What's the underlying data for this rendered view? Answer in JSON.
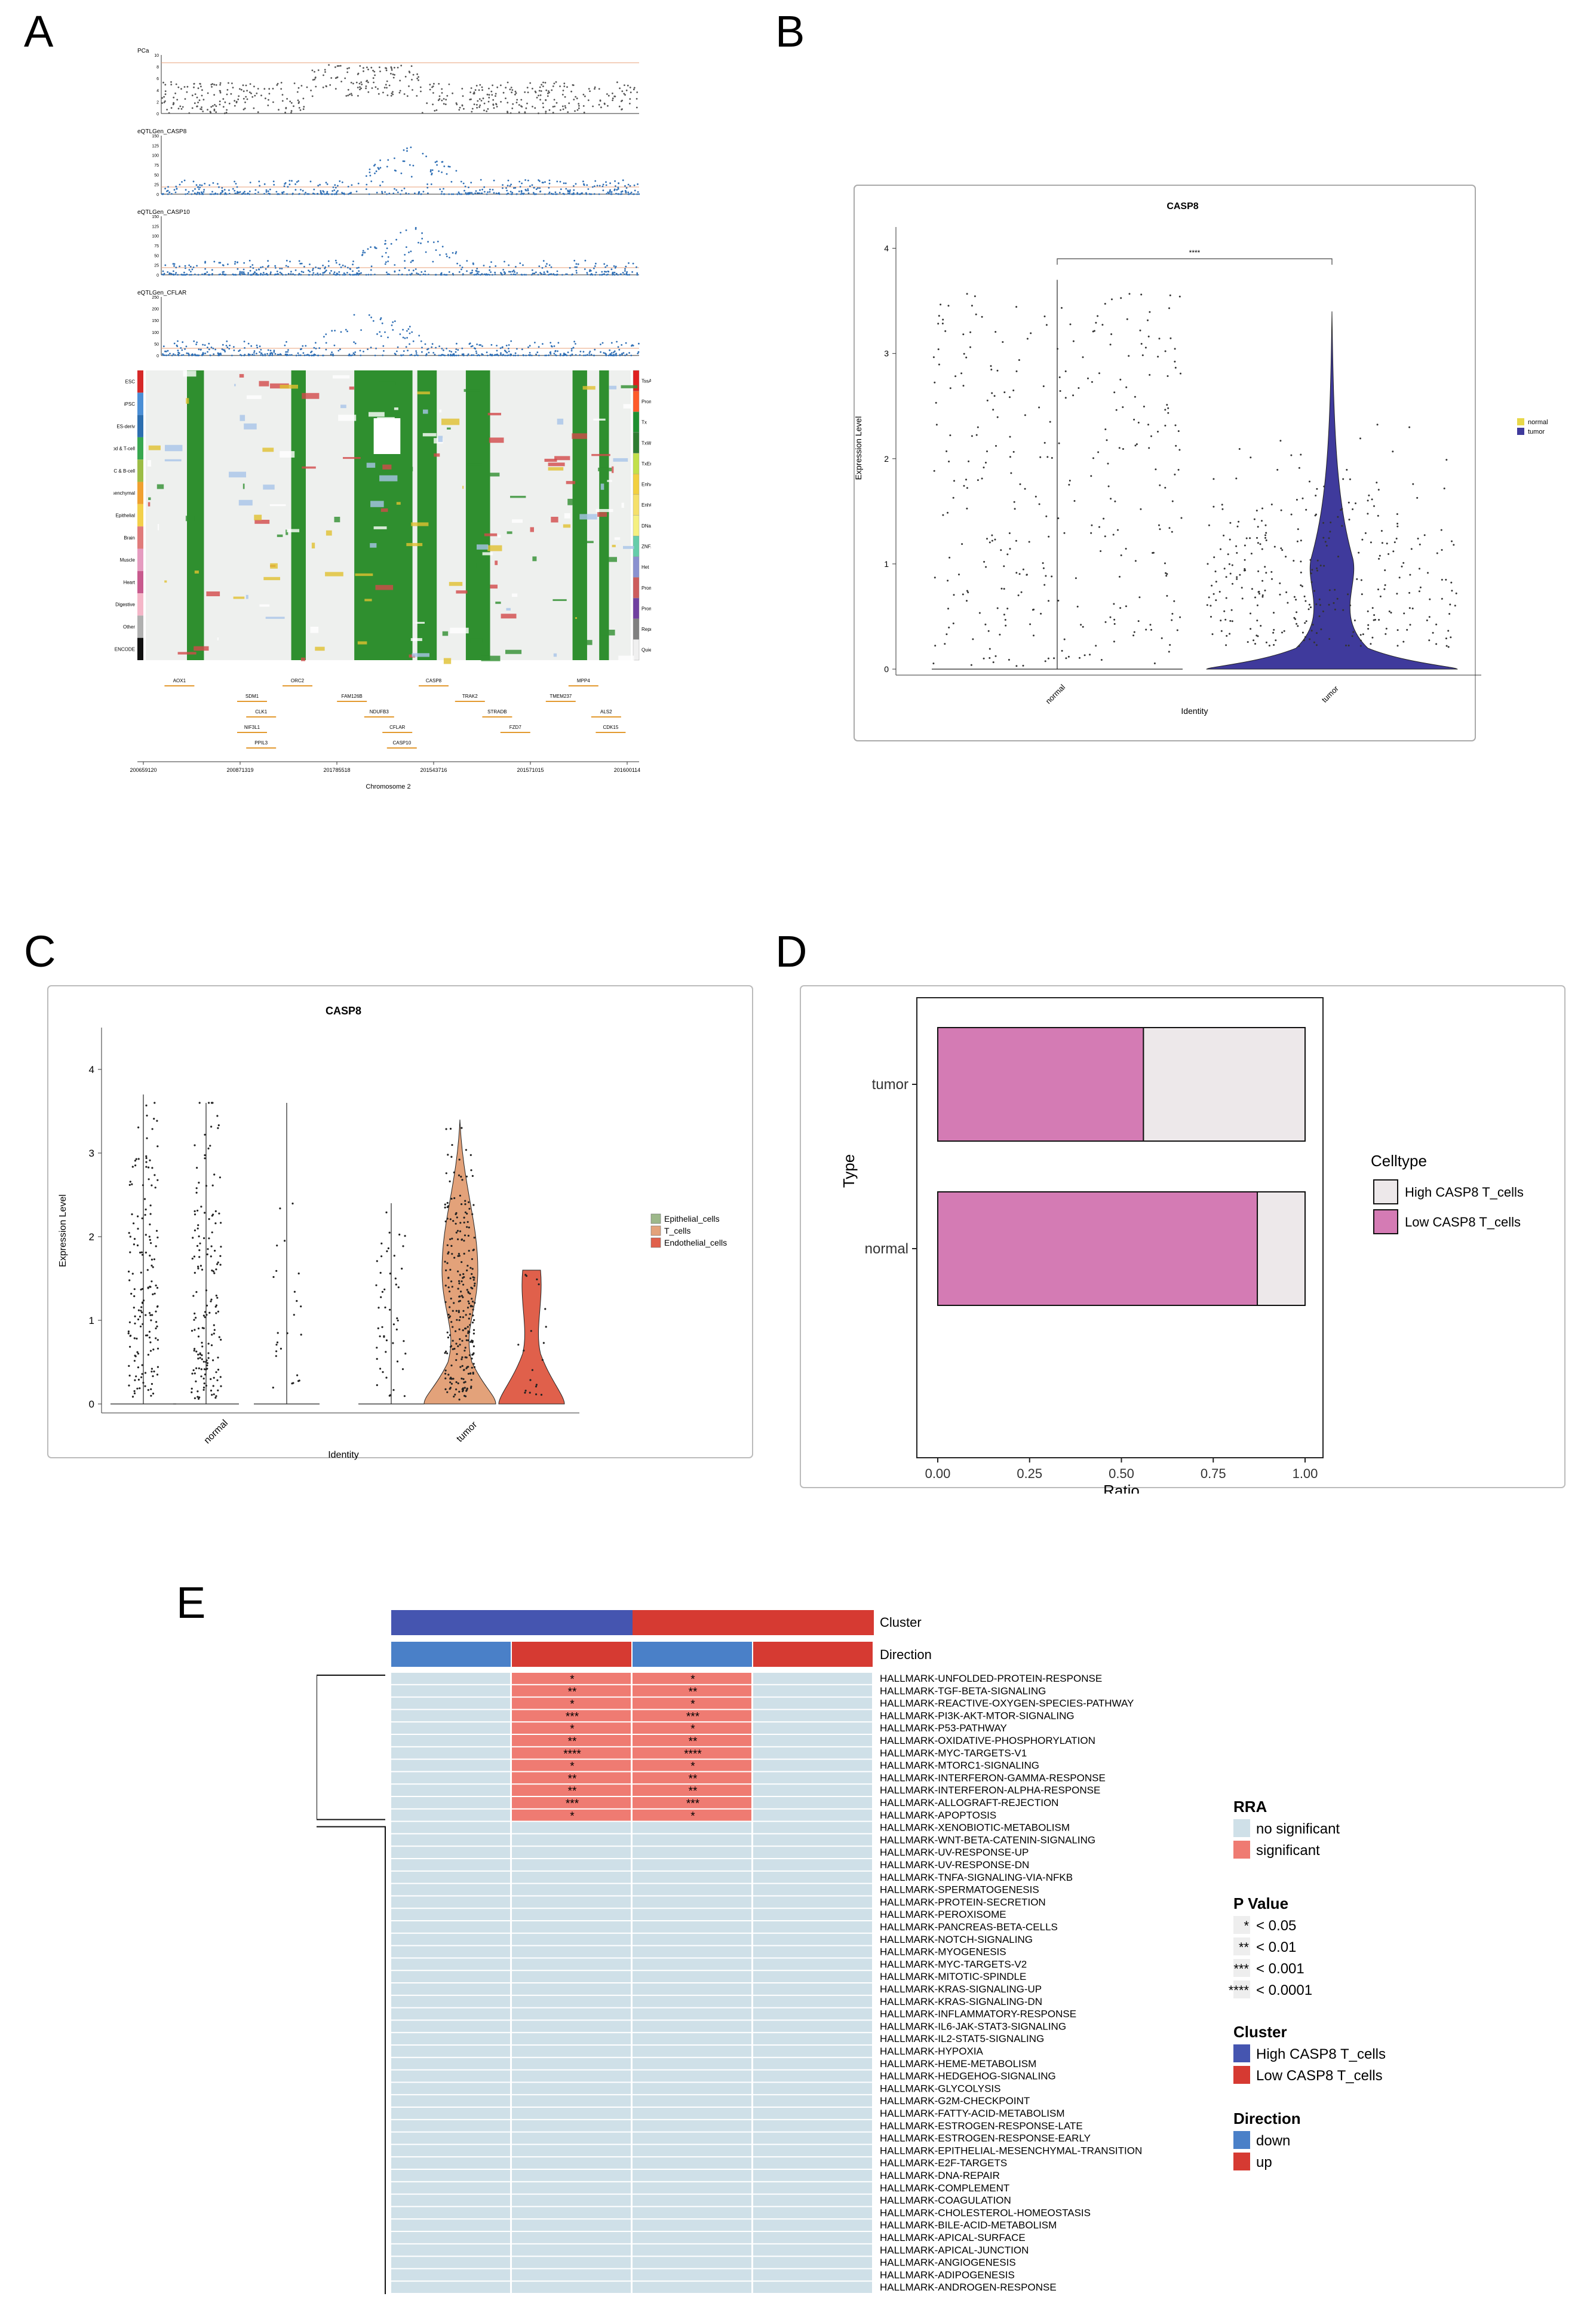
{
  "panels": {
    "a": {
      "letter": "A",
      "tracks": [
        {
          "label": "PCa",
          "yticks": [
            "10",
            "8",
            "6",
            "4",
            "2",
            "0"
          ]
        },
        {
          "label": "eQTLGen_CASP8",
          "yticks": [
            "150",
            "125",
            "100",
            "75",
            "50",
            "25",
            "0"
          ]
        },
        {
          "label": "eQTLGen_CASP10",
          "yticks": [
            "150",
            "125",
            "100",
            "75",
            "50",
            "25",
            "0"
          ]
        },
        {
          "label": "eQTLGen_CFLAR",
          "yticks": [
            "250",
            "200",
            "150",
            "100",
            "50",
            "0"
          ]
        }
      ],
      "left_legend": [
        "ESC",
        "iPSC",
        "ES-deriv",
        "Blood & T-cell",
        "HSC & B-cell",
        "Mesenchymal",
        "Epithelial",
        "Brain",
        "Muscle",
        "Heart",
        "Digestive",
        "Other",
        "ENCODE"
      ],
      "right_legend": [
        "TssA",
        "Prom",
        "Tx",
        "TxWk",
        "TxEn",
        "EnhA",
        "EnhG",
        "DNase",
        "ZNF/Rpts",
        "Het",
        "PromP",
        "PromBiv",
        "ReprPC",
        "Quies"
      ],
      "genes": [
        "AOX1",
        "SDM1",
        "ORC2",
        "FAM126B",
        "NDUFB3",
        "CFLAR",
        "CASP8",
        "TRAK2",
        "STRADB",
        "NIF3L1",
        "CASP10",
        "FZD7",
        "TMEM237",
        "MPP4",
        "ALS2",
        "CDK15",
        "CLK1",
        "PPIL3"
      ],
      "x_ticks": [
        "200659120",
        "200871319",
        "201785518",
        "201543716",
        "201571015",
        "201600114"
      ],
      "xlabel": "Chromosome 2"
    },
    "b": {
      "letter": "B",
      "title": "CASP8",
      "ylabel": "Expression Level",
      "xlabel": "Identity",
      "yticks": [
        "0",
        "1",
        "2",
        "3",
        "4"
      ],
      "categories": [
        "normal",
        "tumor"
      ],
      "significance": "****",
      "legend": [
        {
          "label": "normal",
          "color": "#e8d84a"
        },
        {
          "label": "tumor",
          "color": "#3f3a9c"
        }
      ]
    },
    "c": {
      "letter": "C",
      "title": "CASP8",
      "ylabel": "Expression Level",
      "xlabel": "Identity",
      "yticks": [
        "0",
        "1",
        "2",
        "3",
        "4"
      ],
      "categories": [
        "normal",
        "tumor"
      ],
      "legend": [
        {
          "label": "Epithelial_cells",
          "color": "#9db88a"
        },
        {
          "label": "T_cells",
          "color": "#e3a27a"
        },
        {
          "label": "Endothelial_cells",
          "color": "#e0604b"
        }
      ]
    },
    "d": {
      "letter": "D",
      "ylabel": "Type",
      "xlabel": "Ratio",
      "xticks": [
        "0.00",
        "0.25",
        "0.50",
        "0.75",
        "1.00"
      ],
      "legend_title": "Celltype",
      "legend": [
        {
          "label": "High CASP8 T_cells",
          "color": "#ede8ea"
        },
        {
          "label": "Low CASP8 T_cells",
          "color": "#d47bb4"
        }
      ]
    },
    "e": {
      "letter": "E",
      "annotation_labels": {
        "cluster": "Cluster",
        "direction": "Direction"
      },
      "rows": [
        "HALLMARK-UNFOLDED-PROTEIN-RESPONSE",
        "HALLMARK-TGF-BETA-SIGNALING",
        "HALLMARK-REACTIVE-OXYGEN-SPECIES-PATHWAY",
        "HALLMARK-PI3K-AKT-MTOR-SIGNALING",
        "HALLMARK-P53-PATHWAY",
        "HALLMARK-OXIDATIVE-PHOSPHORYLATION",
        "HALLMARK-MYC-TARGETS-V1",
        "HALLMARK-MTORC1-SIGNALING",
        "HALLMARK-INTERFERON-GAMMA-RESPONSE",
        "HALLMARK-INTERFERON-ALPHA-RESPONSE",
        "HALLMARK-ALLOGRAFT-REJECTION",
        "HALLMARK-APOPTOSIS",
        "HALLMARK-XENOBIOTIC-METABOLISM",
        "HALLMARK-WNT-BETA-CATENIN-SIGNALING",
        "HALLMARK-UV-RESPONSE-UP",
        "HALLMARK-UV-RESPONSE-DN",
        "HALLMARK-TNFA-SIGNALING-VIA-NFKB",
        "HALLMARK-SPERMATOGENESIS",
        "HALLMARK-PROTEIN-SECRETION",
        "HALLMARK-PEROXISOME",
        "HALLMARK-PANCREAS-BETA-CELLS",
        "HALLMARK-NOTCH-SIGNALING",
        "HALLMARK-MYOGENESIS",
        "HALLMARK-MYC-TARGETS-V2",
        "HALLMARK-MITOTIC-SPINDLE",
        "HALLMARK-KRAS-SIGNALING-UP",
        "HALLMARK-KRAS-SIGNALING-DN",
        "HALLMARK-INFLAMMATORY-RESPONSE",
        "HALLMARK-IL6-JAK-STAT3-SIGNALING",
        "HALLMARK-IL2-STAT5-SIGNALING",
        "HALLMARK-HYPOXIA",
        "HALLMARK-HEME-METABOLISM",
        "HALLMARK-HEDGEHOG-SIGNALING",
        "HALLMARK-GLYCOLYSIS",
        "HALLMARK-G2M-CHECKPOINT",
        "HALLMARK-FATTY-ACID-METABOLISM",
        "HALLMARK-ESTROGEN-RESPONSE-LATE",
        "HALLMARK-ESTROGEN-RESPONSE-EARLY",
        "HALLMARK-EPITHELIAL-MESENCHYMAL-TRANSITION",
        "HALLMARK-E2F-TARGETS",
        "HALLMARK-DNA-REPAIR",
        "HALLMARK-COMPLEMENT",
        "HALLMARK-COAGULATION",
        "HALLMARK-CHOLESTEROL-HOMEOSTASIS",
        "HALLMARK-BILE-ACID-METABOLISM",
        "HALLMARK-APICAL-SURFACE",
        "HALLMARK-APICAL-JUNCTION",
        "HALLMARK-ANGIOGENESIS",
        "HALLMARK-ADIPOGENESIS",
        "HALLMARK-ANDROGEN-RESPONSE"
      ],
      "stars": [
        "*",
        "**",
        "*",
        "***",
        "*",
        "**",
        "****",
        "*",
        "**",
        "**",
        "***",
        "*"
      ],
      "stars_col3": [
        "*",
        "**",
        "*",
        "***",
        "*",
        "**",
        "****",
        "*",
        "**",
        "**",
        "***",
        "*"
      ],
      "legend": {
        "rra_title": "RRA",
        "rra": [
          {
            "label": "no significant",
            "color": "#cfe0e8"
          },
          {
            "label": "significant",
            "color": "#ef7b72"
          }
        ],
        "p_title": "P Value",
        "p": [
          {
            "sym": "*",
            "label": "< 0.05"
          },
          {
            "sym": "**",
            "label": "< 0.01"
          },
          {
            "sym": "***",
            "label": "< 0.001"
          },
          {
            "sym": "****",
            "label": "< 0.0001"
          }
        ],
        "cluster_title": "Cluster",
        "cluster": [
          {
            "label": "High CASP8 T_cells",
            "color": "#4555b0"
          },
          {
            "label": "Low CASP8 T_cells",
            "color": "#d63a32"
          }
        ],
        "direction_title": "Direction",
        "direction": [
          {
            "label": "down",
            "color": "#4a80c8"
          },
          {
            "label": "up",
            "color": "#d63a32"
          }
        ]
      }
    }
  },
  "chart_data": [
    {
      "type": "scatter",
      "panel": "A",
      "title": "PCa / eQTLGen_CASP8 / eQTLGen_CASP10 / eQTLGen_CFLAR",
      "xlabel": "Chromosome 2",
      "tracks": [
        "PCa",
        "eQTLGen_CASP8",
        "eQTLGen_CASP10",
        "eQTLGen_CFLAR"
      ],
      "ylim": [
        [
          0,
          10
        ],
        [
          0,
          150
        ],
        [
          0,
          150
        ],
        [
          0,
          250
        ]
      ]
    },
    {
      "type": "violin",
      "panel": "B",
      "title": "CASP8",
      "categories": [
        "normal",
        "tumor"
      ],
      "ylim": [
        0,
        4
      ],
      "ylabel": "Expression Level",
      "xlabel": "Identity",
      "series": [
        {
          "name": "normal",
          "max": 3.7,
          "median": 0
        },
        {
          "name": "tumor",
          "max": 3.4,
          "median": 0.0,
          "mode_upper": 1.0
        }
      ]
    },
    {
      "type": "violin",
      "panel": "C",
      "title": "CASP8",
      "categories": [
        "normal",
        "tumor"
      ],
      "ylim": [
        0,
        4.5
      ],
      "series": [
        {
          "name": "Epithelial_cells",
          "normal_max": 3.7,
          "tumor_max": 2.4
        },
        {
          "name": "T_cells",
          "normal_max": 3.6,
          "tumor_max": 3.4
        },
        {
          "name": "Endothelial_cells",
          "normal_max": 3.6,
          "tumor_max": 1.6
        }
      ]
    },
    {
      "type": "bar",
      "panel": "D",
      "orientation": "horizontal",
      "stacked": true,
      "categories": [
        "tumor",
        "normal"
      ],
      "xlabel": "Ratio",
      "ylabel": "Type",
      "xlim": [
        0,
        1
      ],
      "series": [
        {
          "name": "Low CASP8 T_cells",
          "values": [
            0.56,
            0.87
          ]
        },
        {
          "name": "High CASP8 T_cells",
          "values": [
            0.44,
            0.13
          ]
        }
      ]
    },
    {
      "type": "heatmap",
      "panel": "E",
      "columns": [
        {
          "cluster": "High CASP8 T_cells",
          "direction": "down"
        },
        {
          "cluster": "High CASP8 T_cells",
          "direction": "up"
        },
        {
          "cluster": "Low CASP8 T_cells",
          "direction": "down"
        },
        {
          "cluster": "Low CASP8 T_cells",
          "direction": "up"
        }
      ],
      "significant_rows": 12,
      "significant_columns": [
        1,
        2
      ]
    }
  ]
}
